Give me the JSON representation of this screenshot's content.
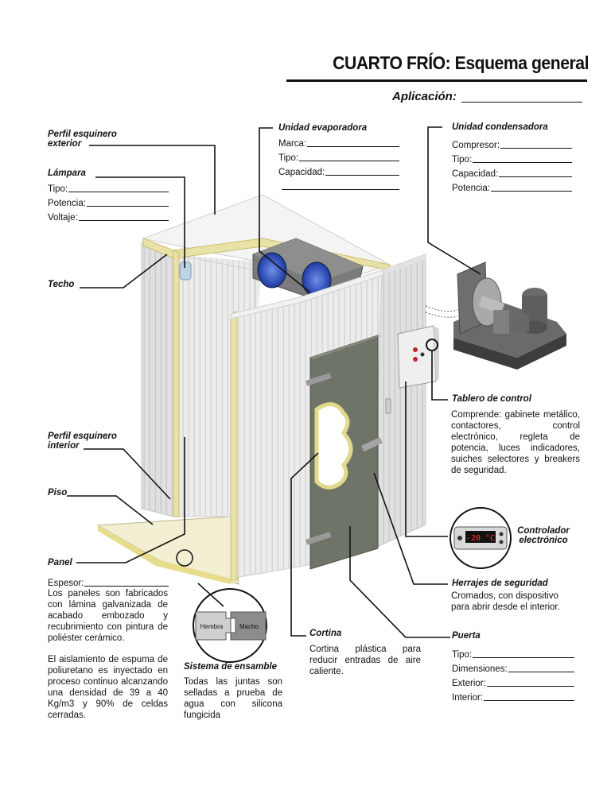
{
  "title": "CUARTO FRÍO: Esquema general",
  "aplicacion": "Aplicación:",
  "perfil_exterior": {
    "line1": "Perfil esquinero",
    "line2": "exterior"
  },
  "lampara": {
    "title": "Lámpara",
    "fields": [
      "Tipo:",
      "Potencia:",
      "Voltaje:"
    ]
  },
  "techo": "Techo",
  "evaporadora": {
    "title": "Unidad evaporadora",
    "fields": [
      "Marca:",
      "Tipo:",
      "Capacidad:"
    ]
  },
  "condensadora": {
    "title": "Unidad condensadora",
    "fields": [
      "Compresor:",
      "Tipo:",
      "Capacidad:",
      "Potencia:"
    ]
  },
  "tablero": {
    "title": "Tablero de control",
    "text": "Comprende: gabinete metálico, contactores, control electrónico, regleta de potencia, luces indicadores, suiches selectores y breakers de seguridad."
  },
  "perfil_interior": {
    "line1": "Perfil esquinero",
    "line2": "interior"
  },
  "piso": "Piso",
  "controlador": {
    "line1": "Controlador",
    "line2": "electrónico",
    "display": "-20 °C"
  },
  "panel": {
    "title": "Panel",
    "espesor": "Espesor:",
    "text1": "Los paneles son fabricados con lámina galvanizada de acabado embozado y recubrimiento con pintura de poliéster cerámico.",
    "text2": "El aislamiento de espuma de poliuretano es inyectado en proceso continuo alcanzando una densidad de 39 a 40 Kg/m3 y 90% de celdas cerradas."
  },
  "herrajes": {
    "title": "Herrajes de seguridad",
    "text": "Cromados, con dispositivo para abrir desde el interior."
  },
  "ensamble": {
    "title": "Sistema de ensamble",
    "text": "Todas las juntas son selladas a prueba de agua con silicona fungicida",
    "hembra": "Hembra",
    "macho": "Macho"
  },
  "cortina": {
    "title": "Cortina",
    "text": "Cortina plástica para reducir entradas de aire caliente."
  },
  "puerta": {
    "title": "Puerta",
    "fields": [
      "Tipo:",
      "Dimensiones:",
      "Exterior:",
      "Interior:"
    ]
  },
  "colors": {
    "panel": "#ececec",
    "profile": "#e9e2a6",
    "door": "#6f7468",
    "fan": "#2a4fbf",
    "unit": "#5b5b5b"
  }
}
